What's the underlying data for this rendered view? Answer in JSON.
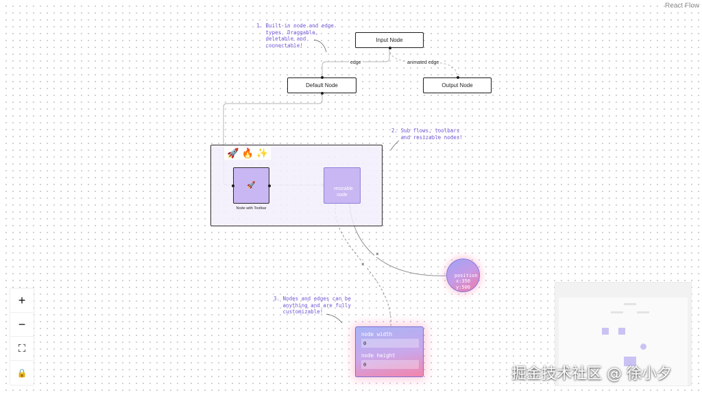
{
  "attribution": "React Flow",
  "nodes": {
    "input": "Input Node",
    "default": "Default Node",
    "output": "Output Node",
    "toolbar_node_icon": "🚀",
    "toolbar_node_label": "Node with Toolbar",
    "resizable": "resizable\nnode",
    "circle": "position\nx:350\ny:500",
    "text_node": {
      "width_label": "node width",
      "width_value": "0",
      "height_label": "node height",
      "height_value": "0"
    }
  },
  "toolbar": {
    "rocket": "🚀",
    "fire": "🔥",
    "sparkle": "✨"
  },
  "edge_labels": {
    "edge": "edge",
    "animated": "animated edge",
    "delete_1": "×",
    "delete_2": "×"
  },
  "annotations": {
    "one": "1. Built-in node and edge\n   types. Draggable,\n   deletable and\n   connectable!",
    "two": "2. Sub flows, toolbars\n   and resizable nodes!",
    "three": "3. Nodes and edges can be\n   anything and are fully\n   customizable!"
  },
  "controls": {
    "zoom_in": "+",
    "zoom_out": "−",
    "fit_view": "⛶",
    "lock": "🔒"
  },
  "watermark": "掘金技术社区 @ 徐小夕",
  "colors": {
    "accent": "#7257d6",
    "node_fill": "#c8b7f2",
    "group_fill": "#f3eefc"
  }
}
